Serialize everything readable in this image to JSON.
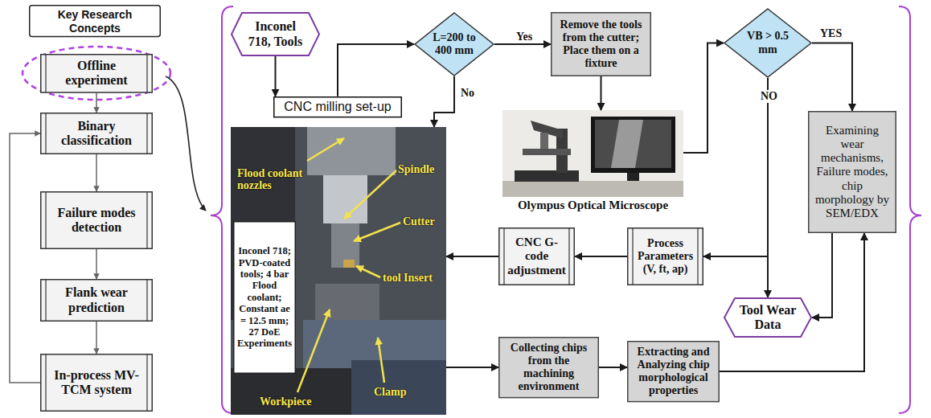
{
  "diagram": {
    "nodes": [
      {
        "text": [
          "Key Research Concepts"
        ]
      },
      {
        "text": [
          "Offline experiment"
        ]
      },
      {
        "text": [
          "Binary classification"
        ]
      },
      {
        "text": [
          "Failure modes detection"
        ]
      },
      {
        "text": [
          "Flank wear prediction"
        ]
      },
      {
        "text": [
          "In-process MV-TCM system"
        ]
      },
      {
        "text": [
          "Inconel 718, Tools"
        ]
      },
      {
        "text": [
          "CNC milling set-up"
        ]
      },
      {
        "text": [
          "L=200 to 400 mm"
        ]
      },
      {
        "text": [
          "Remove the tools from the cutter; Place them on a fixture"
        ]
      },
      {
        "text": [
          "Flood coolant nozzles",
          "Spindle",
          "Cutter",
          "tool Insert",
          "Workpiece",
          "Clamp"
        ]
      },
      {
        "text": [
          "Inconel 718; PVD-coated tools; 4 bar Flood coolant; Constant ae = 12.5 mm; 27 DoE Experiments"
        ],
        "in": 10
      },
      {
        "text": [
          "Olympus Optical Microscope"
        ]
      },
      {
        "text": [
          "VB > 0.5 mm"
        ]
      },
      {
        "text": [
          "Examining wear mechanisms, Failure modes, chip morphology by SEM/EDX"
        ]
      },
      {
        "text": [
          "Process Parameters (V, ft, ap)"
        ]
      },
      {
        "text": [
          "CNC G-code adjustment"
        ]
      },
      {
        "text": [
          "Tool Wear Data"
        ]
      },
      {
        "text": [
          "Collecting chips from the machining environment"
        ]
      },
      {
        "text": [
          "Extracting and Analyzing chip morphological properties"
        ]
      }
    ],
    "edges": [
      {
        "from": 1,
        "to": 2,
        "arrow": "to"
      },
      {
        "from": 2,
        "to": 3,
        "arrow": "to"
      },
      {
        "from": 3,
        "to": 4,
        "arrow": "to"
      },
      {
        "from": 4,
        "to": 5,
        "arrow": "to"
      },
      {
        "from": 5,
        "to": 2,
        "arrow": "to"
      },
      {
        "from": 6,
        "to": 7,
        "arrow": "to"
      },
      {
        "from": 7,
        "to": 8,
        "arrow": "to"
      },
      {
        "from": 8,
        "to": 9,
        "label": "Yes",
        "arrow": "to"
      },
      {
        "from": 8,
        "to": 10,
        "label": "No",
        "arrow": "to"
      },
      {
        "from": 9,
        "to": 12,
        "arrow": "to"
      },
      {
        "from": 12,
        "to": 13,
        "arrow": "to"
      },
      {
        "from": 13,
        "to": 14,
        "label": "YES",
        "arrow": "to"
      },
      {
        "from": 13,
        "to": 17,
        "label": "NO",
        "arrow": "to"
      },
      {
        "from": 13,
        "to": 15,
        "arrow": "to"
      },
      {
        "from": 15,
        "to": 16,
        "arrow": "to"
      },
      {
        "from": 16,
        "to": 10,
        "arrow": "to"
      },
      {
        "from": 10,
        "to": 18,
        "arrow": "to"
      },
      {
        "from": 18,
        "to": 19,
        "arrow": "to"
      },
      {
        "from": 19,
        "to": 14,
        "arrow": "to"
      },
      {
        "from": 14,
        "to": 17,
        "arrow": "to"
      }
    ]
  }
}
